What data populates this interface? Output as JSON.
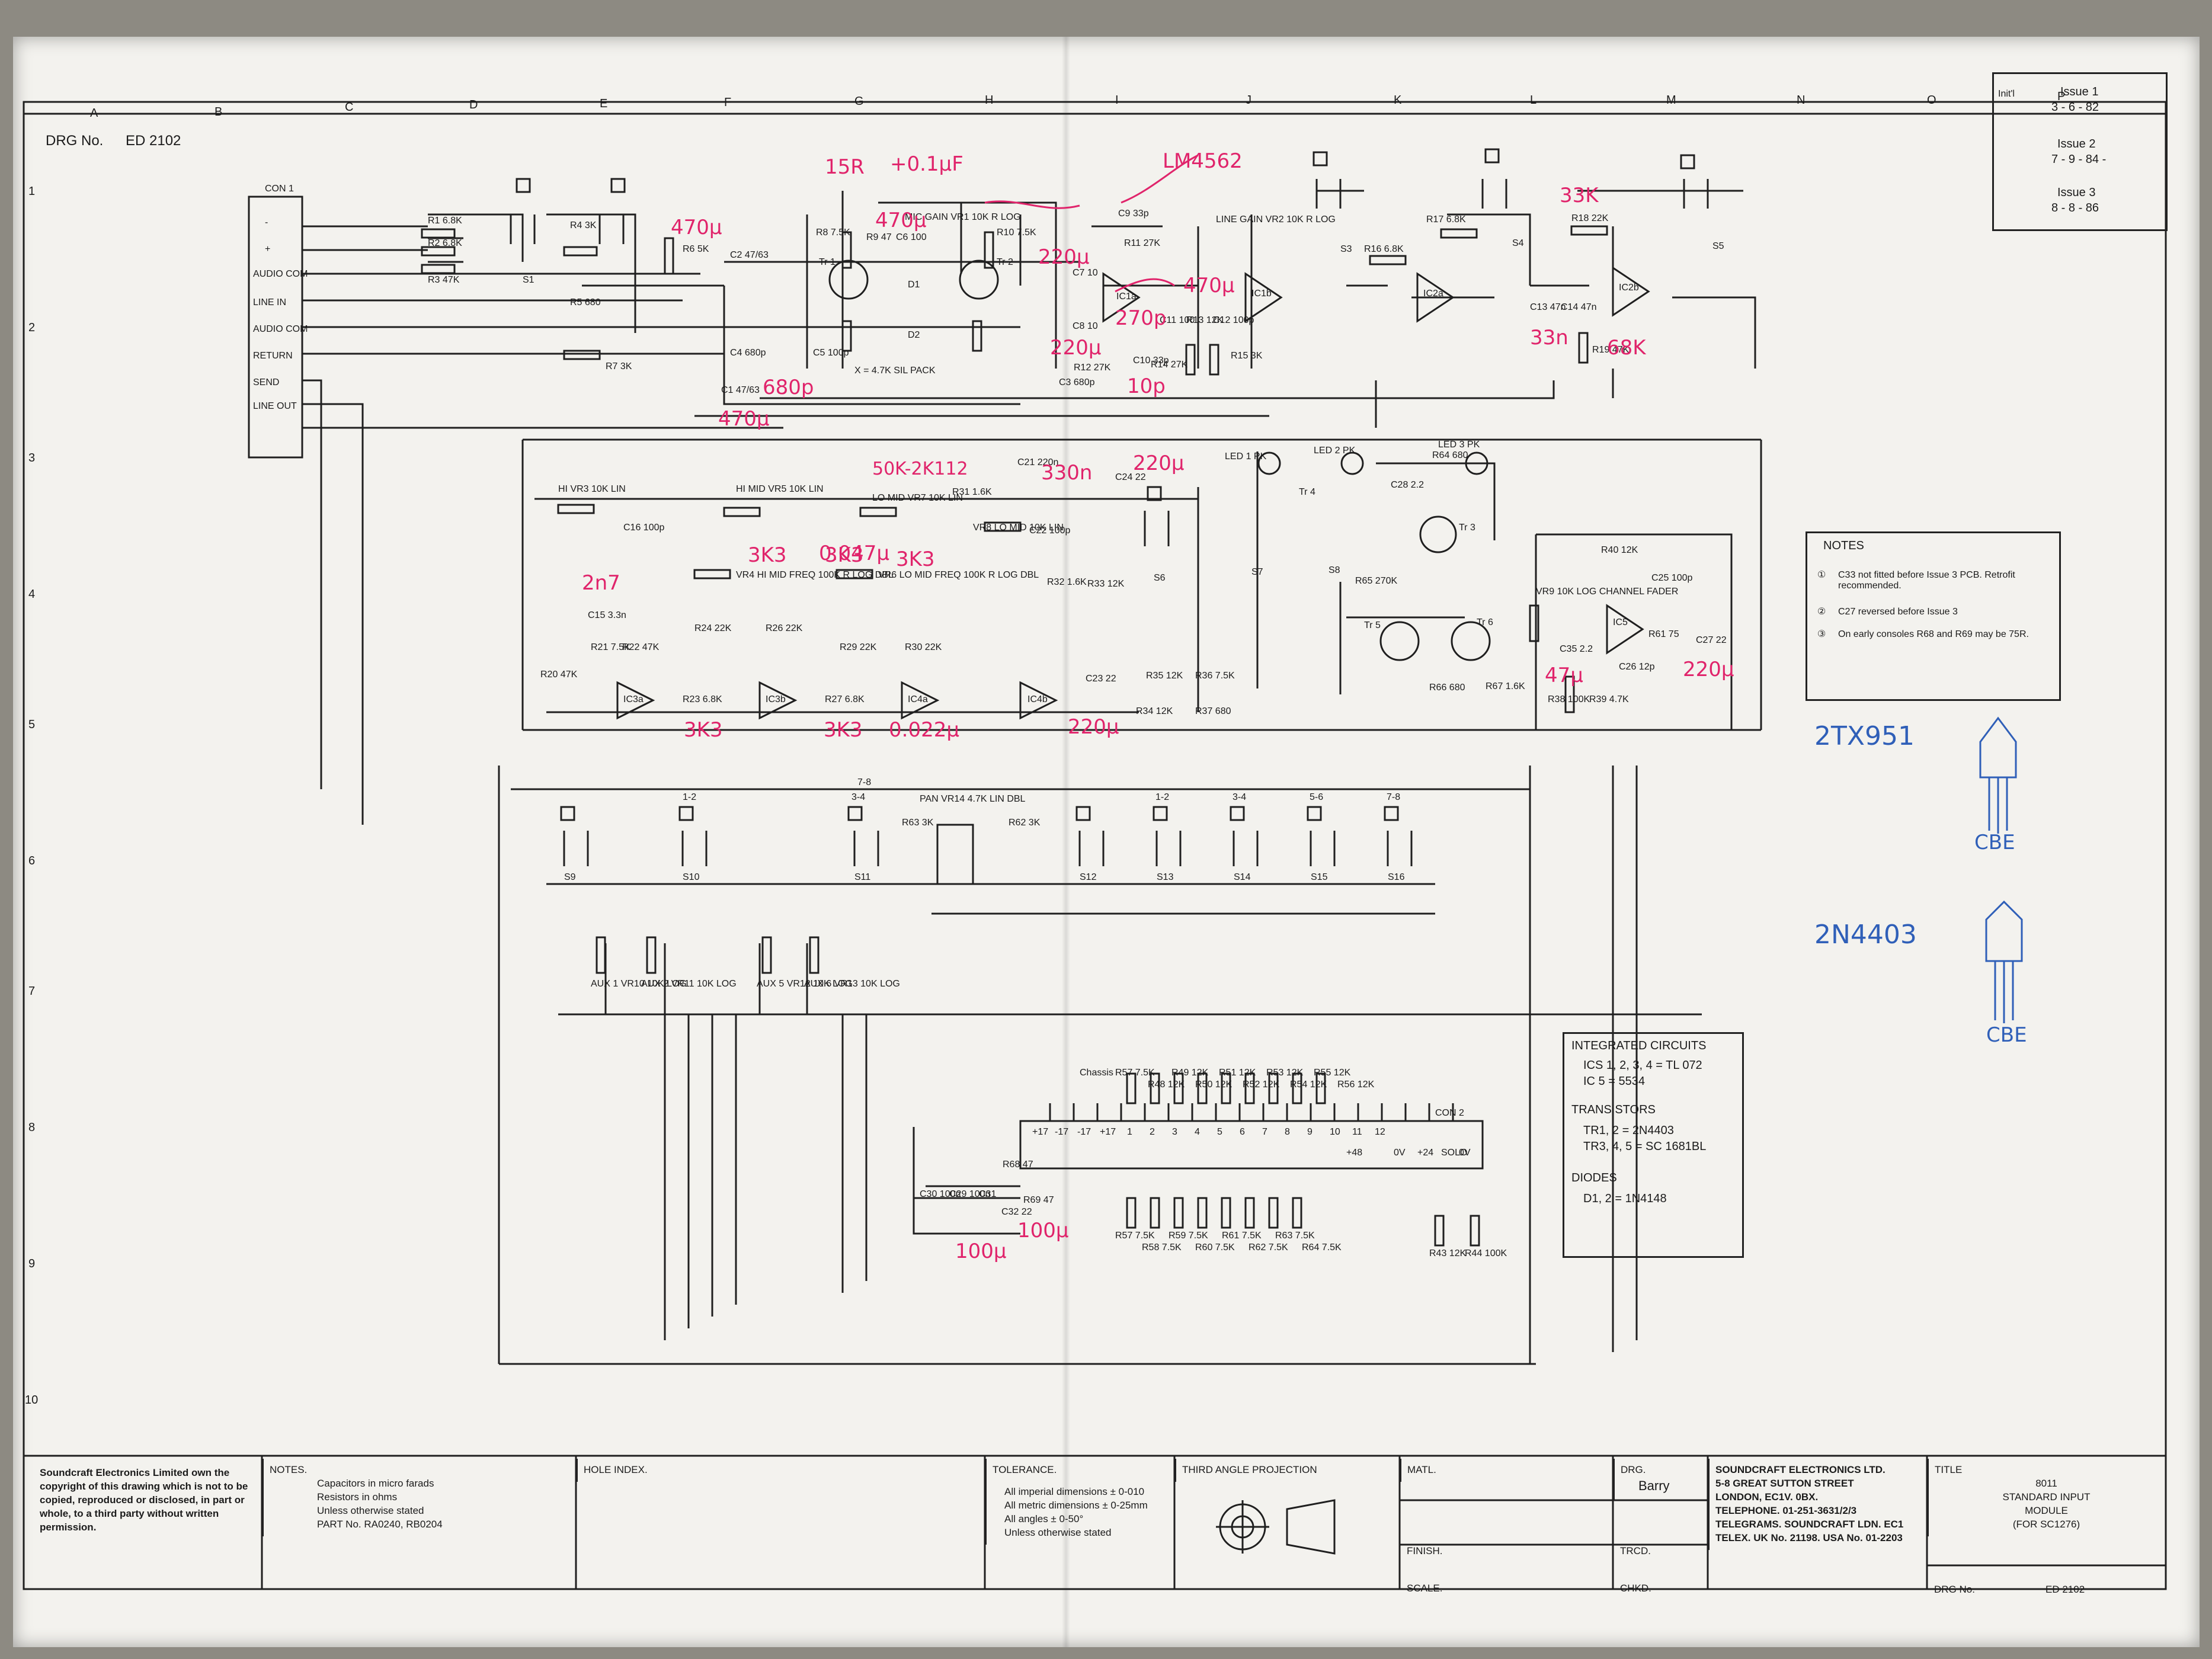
{
  "drawing": {
    "drg_no_label": "DRG No.",
    "drg_no": "ED 2102",
    "grid_columns": [
      "A",
      "B",
      "C",
      "D",
      "E",
      "F",
      "G",
      "H",
      "I",
      "J",
      "K",
      "L",
      "M",
      "N",
      "O",
      "P"
    ],
    "grid_rows": [
      "1",
      "2",
      "3",
      "4",
      "5",
      "6",
      "7",
      "8",
      "9",
      "10"
    ],
    "issues": [
      {
        "title": "Issue 1",
        "date": "3 - 6 - 82"
      },
      {
        "title": "Issue 2",
        "date": "7 - 9 - 84 -"
      },
      {
        "title": "Issue 3",
        "date": "8 - 8 - 86"
      }
    ],
    "init_label": "Init'l"
  },
  "connector": {
    "label": "CON 1",
    "pins": [
      "-",
      "+",
      "AUDIO COM",
      "LINE IN",
      "AUDIO COM",
      "RETURN",
      "SEND",
      "LINE OUT"
    ]
  },
  "components": {
    "r1": "R1 6.8K",
    "r2": "R2 6.8K",
    "r3": "R3 47K",
    "r4": "R4 3K",
    "r5": "R5 680",
    "r6": "R6 5K",
    "r7": "R7 3K",
    "r8": "R8 7.5K",
    "r9": "R9 47",
    "r10": "R10 7.5K",
    "r11": "R11 27K",
    "r12": "R12 27K",
    "r13": "R13 12K",
    "r14": "R14 27K",
    "r15": "R15 3K",
    "r16": "R16 6.8K",
    "r17": "R17 6.8K",
    "r18": "R18 22K",
    "r19": "R19 47K",
    "c1": "C1 47/63",
    "c2": "C2 47/63",
    "c3": "C3 680p",
    "c4": "C4 680p",
    "c5": "C5 100p",
    "c6": "C6 100",
    "c7": "C7 10",
    "c8": "C8 10",
    "c9": "C9 33p",
    "c10": "C10 33p",
    "c11": "C11 100",
    "c12": "C12 100p",
    "c13": "C13 47n",
    "c14": "C14 47n",
    "tr1": "Tr 1",
    "tr2": "Tr 2",
    "d1": "D1",
    "d2": "D2",
    "mic_gain": "MIC GAIN VR1 10K R LOG",
    "line_gain": "LINE GAIN VR2 10K R LOG",
    "sil_pack": "X = 4.7K SIL PACK",
    "ic1a": "IC1a",
    "ic1b": "IC1b",
    "ic2a": "IC2a",
    "ic2b": "IC2b",
    "s1": "S1",
    "s3": "S3",
    "s4": "S4",
    "s5": "S5",
    "hi_vr3": "HI VR3 10K LIN",
    "hi_mid_vr5": "HI MID VR5 10K LIN",
    "lo_mid_vr7": "LO MID VR7 10K LIN",
    "vr4": "VR4 HI MID FREQ 100K R LOG DBL",
    "vr6": "VR6 LO MID FREQ 100K R LOG DBL",
    "vr8": "VR8 LO MID 10K LIN",
    "c16": "C16 100p",
    "c15": "C15 3.3n",
    "r20": "R20 47K",
    "r21": "R21 7.5K",
    "r22": "R22 47K",
    "r23": "R23 6.8K",
    "r24": "R24 22K",
    "r26": "R26 22K",
    "r27": "R27 6.8K",
    "r29": "R29 22K",
    "r30": "R30 22K",
    "r31": "R31 1.6K",
    "r32": "R32 1.6K",
    "r33": "R33 12K",
    "r34": "R34 12K",
    "r35": "R35 12K",
    "r36": "R36 7.5K",
    "r37": "R37 680",
    "c21": "C21 220n",
    "c22": "C22 100p",
    "c23": "C23 22",
    "c24": "C24 22",
    "ic3a": "IC3a",
    "ic3b": "IC3b",
    "ic4a": "IC4a",
    "ic4b": "IC4b",
    "s6": "S6",
    "s7": "S7",
    "s8": "S8",
    "led1": "LED 1 PK",
    "led2": "LED 2 PK",
    "led3": "LED 3 PK",
    "r64": "R64 680",
    "r65": "R65 270K",
    "r66": "R66 680",
    "r67": "R67 1.6K",
    "c28": "C28 2.2",
    "tr3": "Tr 3",
    "tr4": "Tr 4",
    "tr5": "Tr 5",
    "tr6": "Tr 6",
    "vr9": "VR9 10K LOG CHANNEL FADER",
    "r38": "R38 100K",
    "r39": "R39 4.7K",
    "r40": "R40 12K",
    "r61": "R61 75",
    "c25": "C25 100p",
    "c26": "C26 12p",
    "c27": "C27 22",
    "c35": "C35 2.2",
    "ic5": "IC5",
    "pan": "PAN VR14 4.7K LIN DBL",
    "r62": "R62 3K",
    "r63": "R63 3K",
    "aux1": "AUX 1 VR10 10K LOG",
    "aux2": "AUX 2 VR11 10K LOG",
    "aux5": "AUX 5 VR12 10K LOG",
    "aux6": "AUX 6 VR13 10K LOG",
    "switches_row": [
      "S9",
      "S10",
      "S11",
      "S12",
      "S13",
      "S14",
      "S15",
      "S16"
    ],
    "buttons_row": [
      "1-2",
      "3-4",
      "7-8",
      "1-2",
      "3-4",
      "5-6",
      "7-8"
    ],
    "chassis": "Chassis",
    "bus_resistors_top": [
      "R57 7.5K",
      "R48 12K",
      "R49 12K",
      "R50 12K",
      "R51 12K",
      "R52 12K",
      "R53 12K",
      "R54 12K",
      "R55 12K",
      "R56 12K"
    ],
    "bus_resistors_bottom": [
      "R57 7.5K",
      "R58 7.5K",
      "R59 7.5K",
      "R60 7.5K",
      "R61 7.5K",
      "R62 7.5K",
      "R63 7.5K",
      "R64 7.5K"
    ],
    "r43": "R43 12K",
    "r44": "R44 100K",
    "power_caps": [
      "C30 100n",
      "C29 100n",
      "C31",
      "C32 22",
      "R68 47",
      "R69 47"
    ],
    "con2": "CON 2",
    "con2_pins": [
      "+17",
      "-17",
      "-17",
      "+17",
      "1",
      "2",
      "3",
      "4",
      "5",
      "6",
      "7",
      "8",
      "9",
      "10",
      "11",
      "12",
      "+48",
      "0V",
      "+24",
      "SOLO",
      "0V"
    ]
  },
  "notes_box": {
    "title": "NOTES",
    "items": [
      "C33 not fitted before Issue 3 PCB. Retrofit recommended.",
      "C27 reversed before Issue 3",
      "On early consoles R68 and R69 may be 75R."
    ]
  },
  "ic_box": {
    "title": "INTEGRATED CIRCUITS",
    "ics": [
      "ICS 1, 2, 3, 4 = TL 072",
      "IC 5 = 5534"
    ],
    "transistors_title": "TRANSISTORS",
    "transistors": [
      "TR1, 2 = 2N4403",
      "TR3, 4, 5 = SC 1681BL"
    ],
    "diodes_title": "DIODES",
    "diodes": [
      "D1, 2 = 1N4148"
    ]
  },
  "annotations": {
    "red": [
      "15R",
      "+0.1µF",
      "470µ",
      "470µ",
      "LM4562",
      "220µ",
      "270p",
      "220µ",
      "470µ",
      "10p",
      "680p",
      "470µ",
      "33K",
      "33n",
      "68K",
      "330n",
      "220µ",
      "50K-2K112",
      "2n7",
      "3K3",
      "3K3",
      "0.047µ",
      "3K3",
      "3K3",
      "3K3",
      "0.022µ",
      "220µ",
      "47µ",
      "220µ",
      "100µ",
      "100µ"
    ],
    "blue": [
      "2TX951",
      "2N4403",
      "CBE",
      "CBE"
    ]
  },
  "title_block": {
    "copyright": "Soundcraft Electronics Limited own the copyright of this drawing which is not to be copied, reproduced or disclosed, in part or whole, to a third party without written permission.",
    "notes_label": "NOTES.",
    "notes_lines": [
      "Capacitors in micro farads",
      "Resistors in ohms",
      "Unless otherwise stated",
      "PART No. RA0240, RB0204"
    ],
    "hole_index": "HOLE INDEX.",
    "tolerance_label": "TOLERANCE.",
    "tolerance_lines": [
      "All imperial dimensions ± 0-010",
      "All metric dimensions ± 0-25mm",
      "All angles ± 0-50°",
      "Unless otherwise stated"
    ],
    "projection": "THIRD ANGLE PROJECTION",
    "matl": "MATL.",
    "finish": "FINISH.",
    "scale": "SCALE.",
    "drg": "DRG.",
    "drg_by": "Barry",
    "trcd": "TRCD.",
    "chkd": "CHKD.",
    "company": [
      "SOUNDCRAFT ELECTRONICS LTD.",
      "5-8 GREAT SUTTON STREET",
      "LONDON, EC1V. 0BX.",
      "TELEPHONE. 01-251-3631/2/3",
      "TELEGRAMS. SOUNDCRAFT LDN. EC1",
      "TELEX. UK No. 21198. USA No. 01-2203"
    ],
    "title_label": "TITLE",
    "title": [
      "8011",
      "STANDARD INPUT",
      "MODULE",
      "(FOR SC1276)"
    ],
    "drg_no_label": "DRG No.",
    "drg_no": "ED 2102"
  }
}
